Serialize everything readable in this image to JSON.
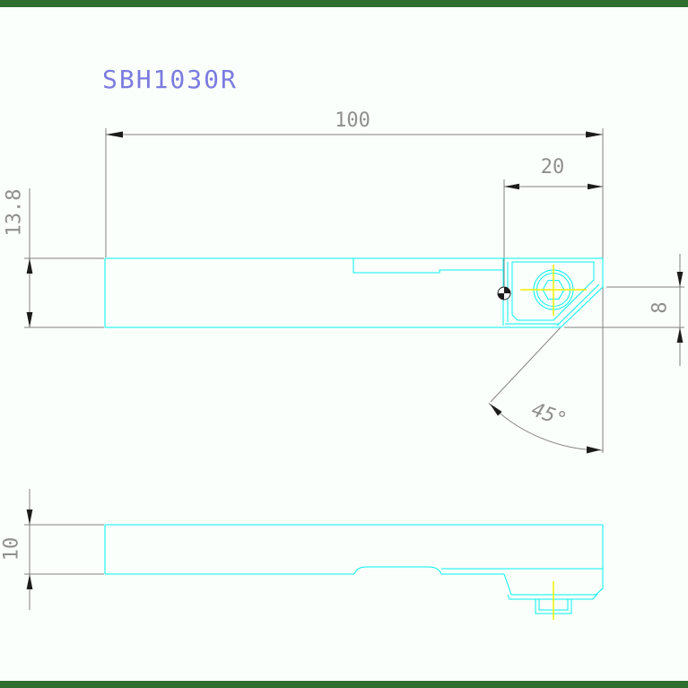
{
  "title": "SBH1030R",
  "dimensions": {
    "overall_length": "100",
    "head_length": "20",
    "shank_height": "13.8",
    "tip_height": "8",
    "chamfer_angle": "45°",
    "shank_width": "10"
  },
  "colors": {
    "geometry": "#00f0f0",
    "centerline": "#f0f000",
    "dim_line": "#828282",
    "arrow": "#1c1c1c",
    "dim_text": "#8f8f8f",
    "title_text": "#7b7be0",
    "border_bar": "#2f6f2f",
    "background": "#fbfffb"
  }
}
